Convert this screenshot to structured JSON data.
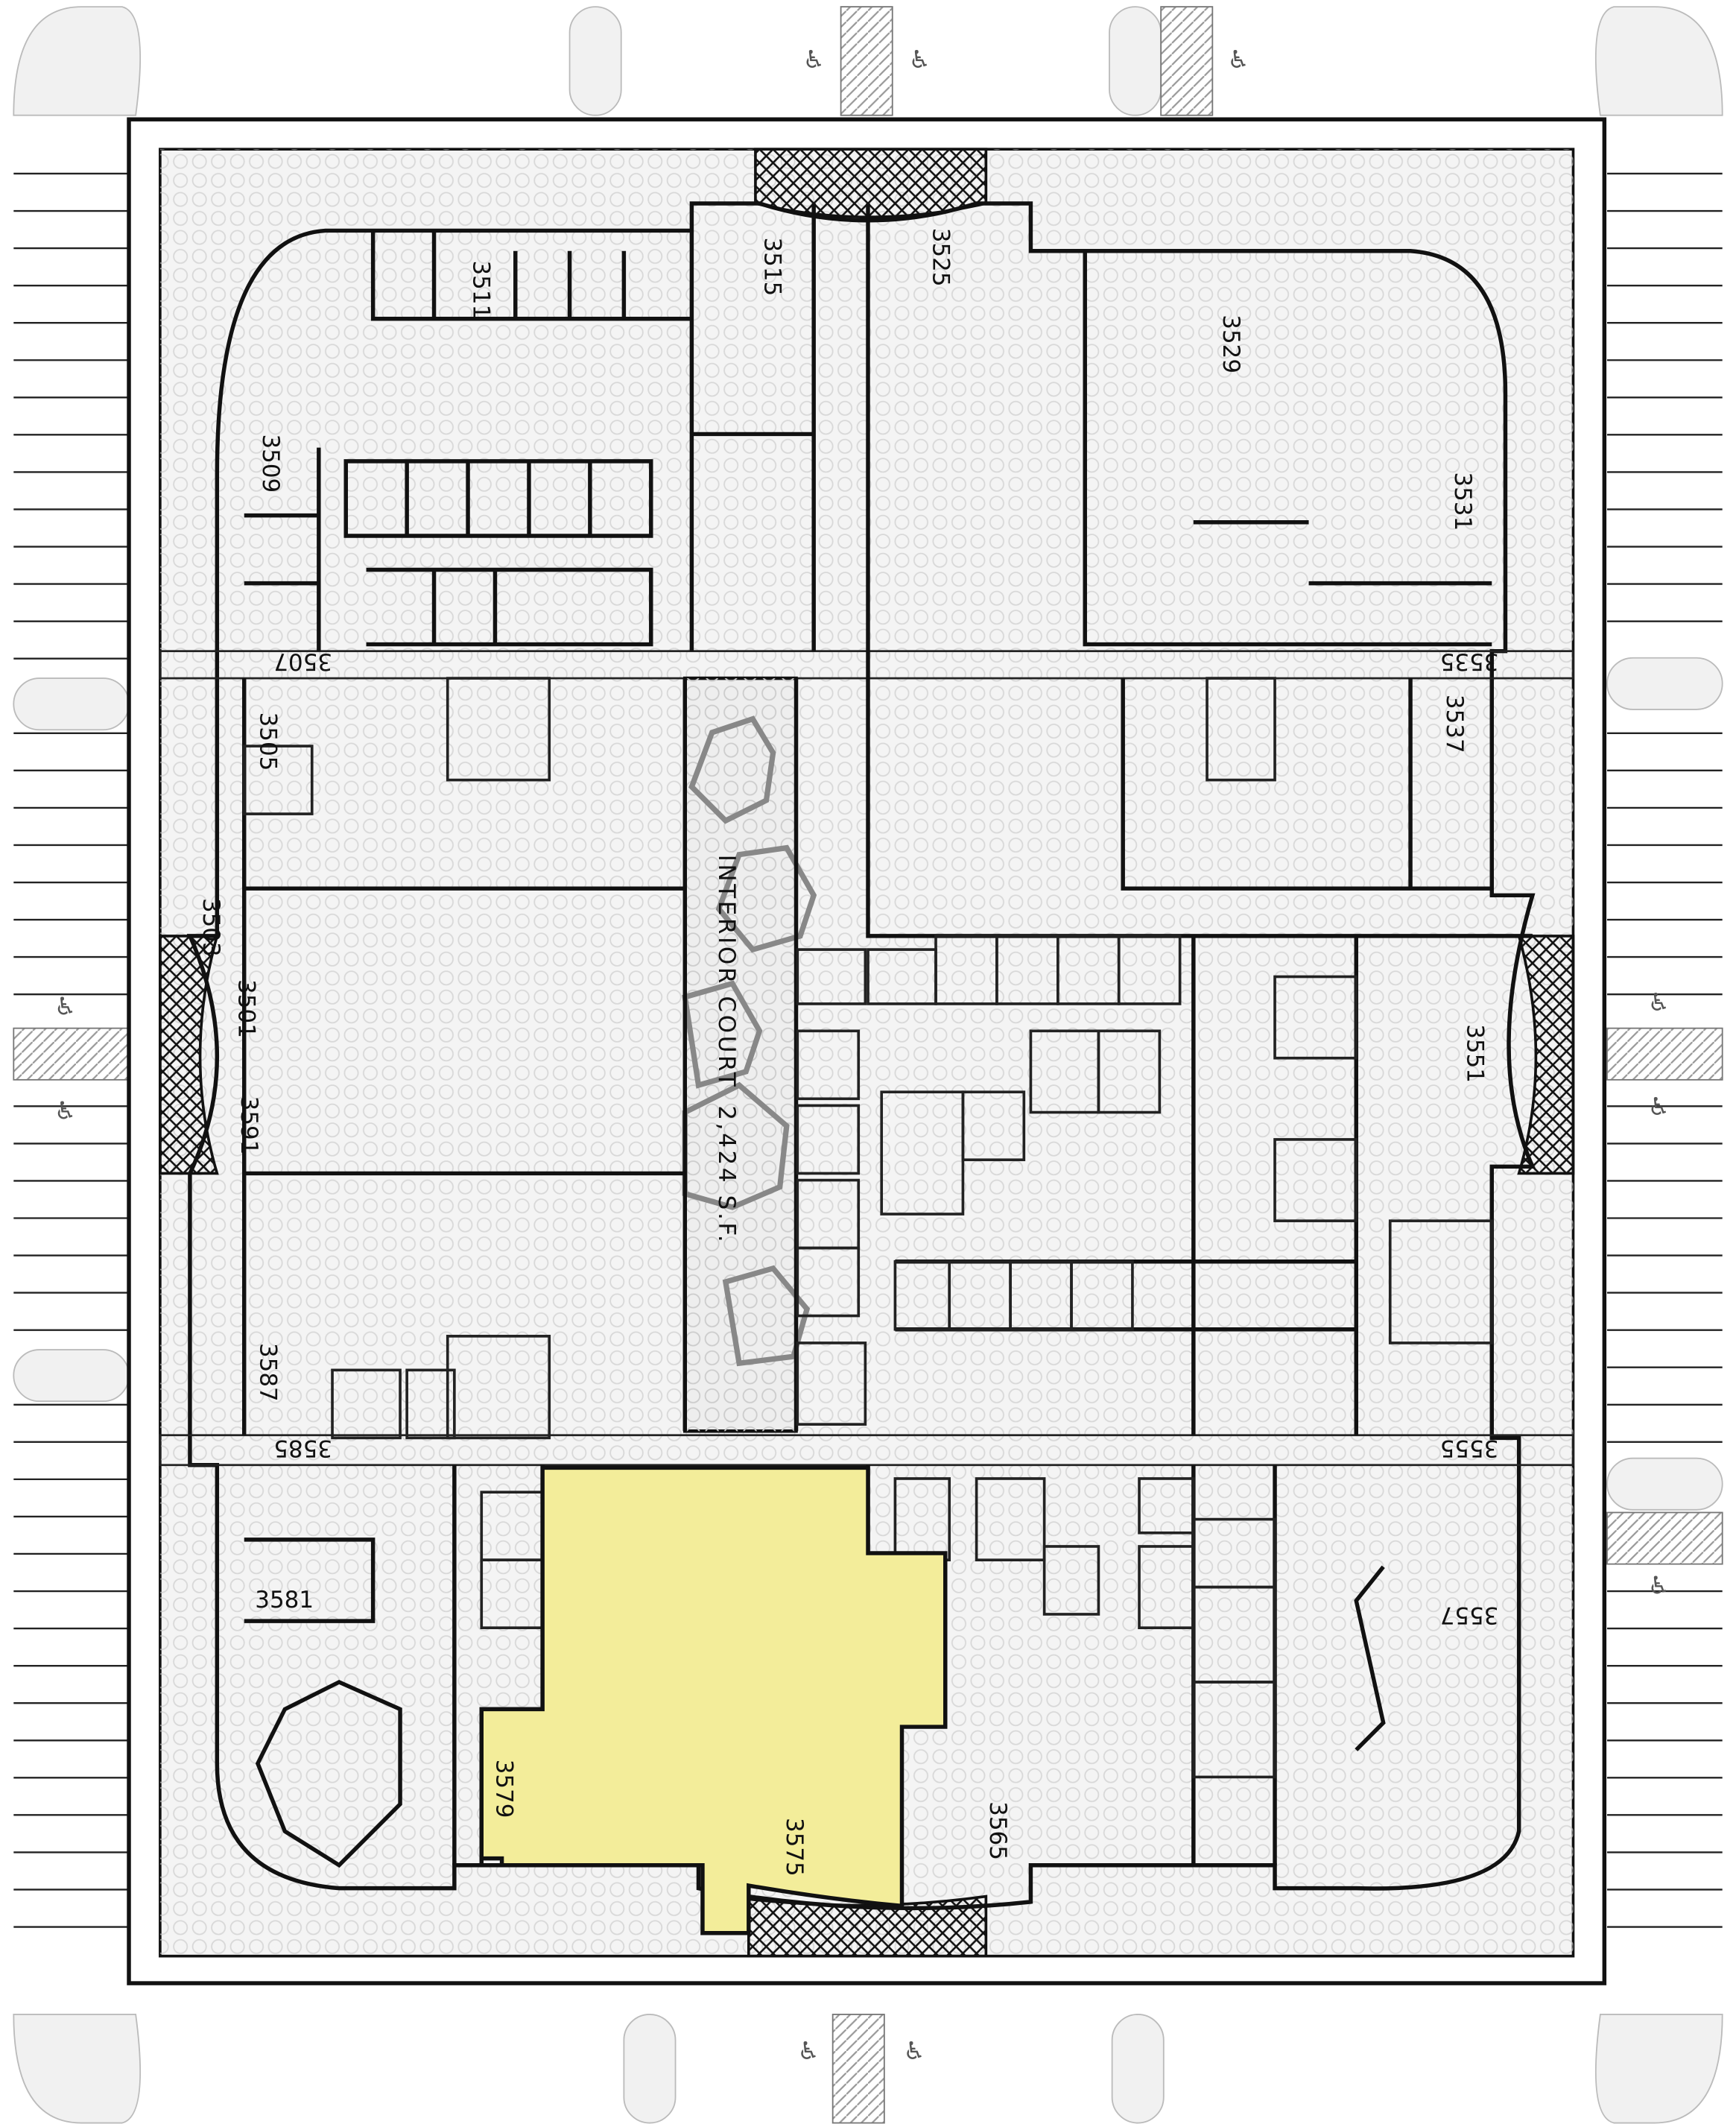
{
  "plan": {
    "highlight_color": "#f3ed9a",
    "courtyard": {
      "label": "INTERIOR COURT",
      "area": "2,424 S.F."
    },
    "suites": [
      {
        "id": "3501"
      },
      {
        "id": "3503"
      },
      {
        "id": "3505"
      },
      {
        "id": "3507"
      },
      {
        "id": "3509"
      },
      {
        "id": "3511"
      },
      {
        "id": "3515"
      },
      {
        "id": "3525"
      },
      {
        "id": "3529"
      },
      {
        "id": "3531"
      },
      {
        "id": "3535"
      },
      {
        "id": "3537"
      },
      {
        "id": "3551"
      },
      {
        "id": "3555"
      },
      {
        "id": "3557"
      },
      {
        "id": "3565"
      },
      {
        "id": "3575"
      },
      {
        "id": "3579"
      },
      {
        "id": "3581"
      },
      {
        "id": "3585"
      },
      {
        "id": "3587"
      },
      {
        "id": "3591"
      }
    ],
    "highlighted_suites": [
      "3575",
      "3579"
    ],
    "accessible_parking_icon": "wheelchair-icon",
    "accessible_symbol": "♿"
  }
}
